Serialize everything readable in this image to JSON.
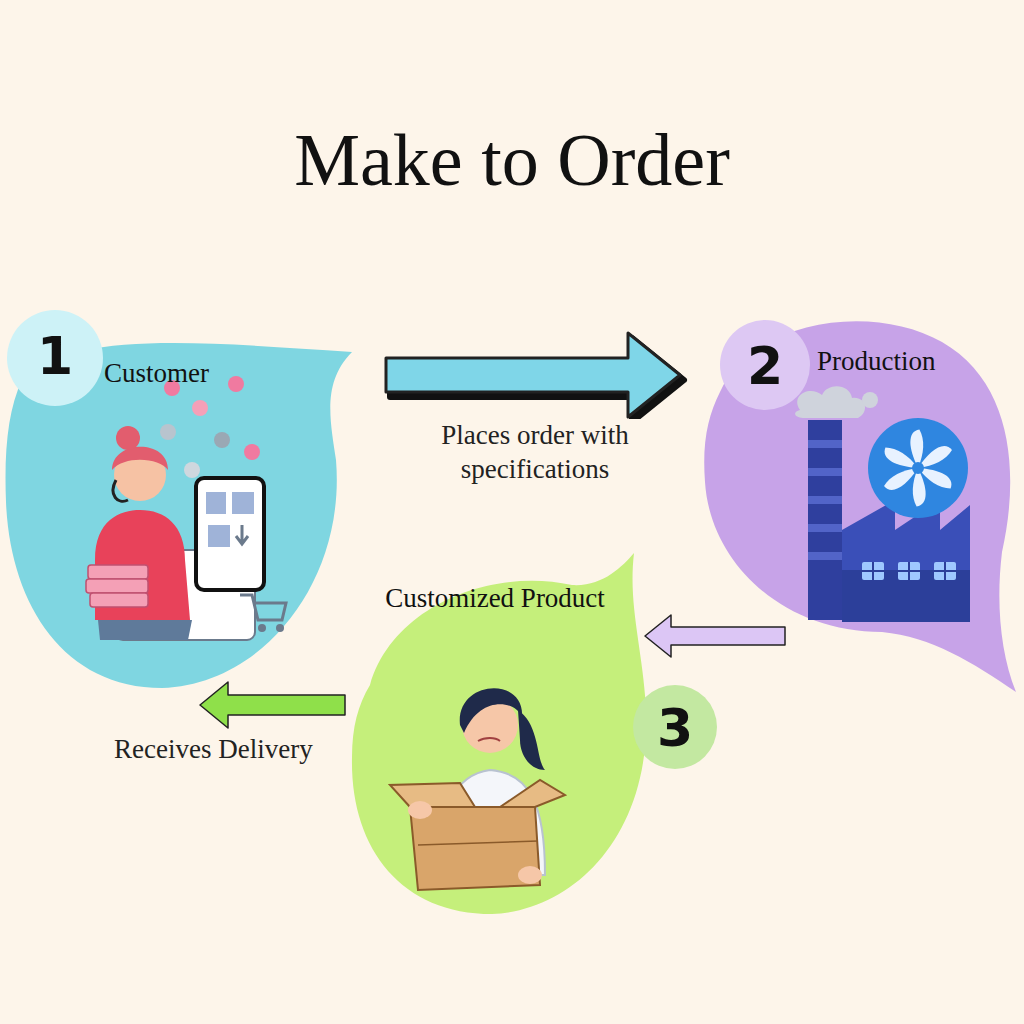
{
  "diagram": {
    "title": "Make to Order",
    "nodes": [
      {
        "text": [
          "1",
          "Customer"
        ]
      },
      {
        "text": [
          "2",
          "Production"
        ]
      },
      {
        "text": [
          "3",
          "Customized Product"
        ]
      }
    ],
    "edges": [
      {
        "from": 0,
        "to": 1,
        "label": "Places order with specifications",
        "arrow": "to"
      },
      {
        "from": 1,
        "to": 2,
        "arrow": "to"
      },
      {
        "from": 2,
        "to": 0,
        "label": "Receives Delivery",
        "arrow": "to"
      }
    ]
  }
}
